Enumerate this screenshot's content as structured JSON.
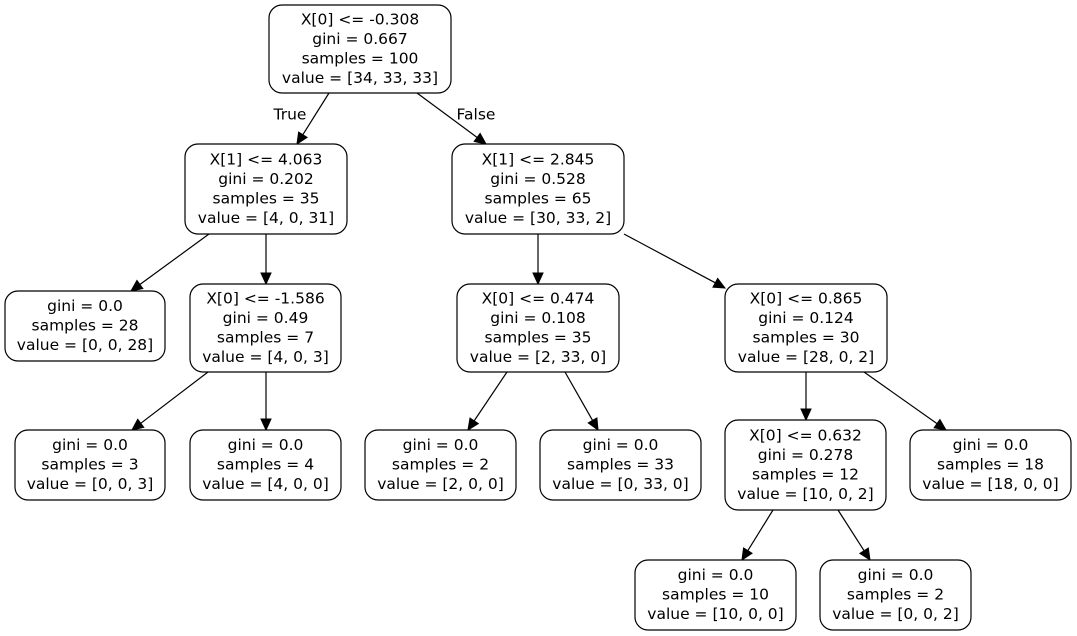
{
  "tree": {
    "nodes": [
      {
        "id": "n0",
        "lines": [
          "X[0] <= -0.308",
          "gini = 0.667",
          "samples = 100",
          "value = [34, 33, 33]"
        ]
      },
      {
        "id": "n1",
        "lines": [
          "X[1] <= 4.063",
          "gini = 0.202",
          "samples = 35",
          "value = [4, 0, 31]"
        ]
      },
      {
        "id": "n2",
        "lines": [
          "gini = 0.0",
          "samples = 28",
          "value = [0, 0, 28]"
        ]
      },
      {
        "id": "n3",
        "lines": [
          "X[0] <= -1.586",
          "gini = 0.49",
          "samples = 7",
          "value = [4, 0, 3]"
        ]
      },
      {
        "id": "n4",
        "lines": [
          "gini = 0.0",
          "samples = 3",
          "value = [0, 0, 3]"
        ]
      },
      {
        "id": "n5",
        "lines": [
          "gini = 0.0",
          "samples = 4",
          "value = [4, 0, 0]"
        ]
      },
      {
        "id": "n6",
        "lines": [
          "X[1] <= 2.845",
          "gini = 0.528",
          "samples = 65",
          "value = [30, 33, 2]"
        ]
      },
      {
        "id": "n7",
        "lines": [
          "X[0] <= 0.474",
          "gini = 0.108",
          "samples = 35",
          "value = [2, 33, 0]"
        ]
      },
      {
        "id": "n8",
        "lines": [
          "gini = 0.0",
          "samples = 2",
          "value = [2, 0, 0]"
        ]
      },
      {
        "id": "n9",
        "lines": [
          "gini = 0.0",
          "samples = 33",
          "value = [0, 33, 0]"
        ]
      },
      {
        "id": "n10",
        "lines": [
          "X[0] <= 0.865",
          "gini = 0.124",
          "samples = 30",
          "value = [28, 0, 2]"
        ]
      },
      {
        "id": "n11",
        "lines": [
          "X[0] <= 0.632",
          "gini = 0.278",
          "samples = 12",
          "value = [10, 0, 2]"
        ]
      },
      {
        "id": "n12",
        "lines": [
          "gini = 0.0",
          "samples = 10",
          "value = [10, 0, 0]"
        ]
      },
      {
        "id": "n13",
        "lines": [
          "gini = 0.0",
          "samples = 2",
          "value = [0, 0, 2]"
        ]
      },
      {
        "id": "n14",
        "lines": [
          "gini = 0.0",
          "samples = 18",
          "value = [18, 0, 0]"
        ]
      }
    ],
    "edges": [
      {
        "from": "n0",
        "to": "n1",
        "label": "True"
      },
      {
        "from": "n0",
        "to": "n6",
        "label": "False"
      },
      {
        "from": "n1",
        "to": "n2"
      },
      {
        "from": "n1",
        "to": "n3"
      },
      {
        "from": "n3",
        "to": "n4"
      },
      {
        "from": "n3",
        "to": "n5"
      },
      {
        "from": "n6",
        "to": "n7"
      },
      {
        "from": "n6",
        "to": "n10"
      },
      {
        "from": "n7",
        "to": "n8"
      },
      {
        "from": "n7",
        "to": "n9"
      },
      {
        "from": "n10",
        "to": "n11"
      },
      {
        "from": "n10",
        "to": "n14"
      },
      {
        "from": "n11",
        "to": "n12"
      },
      {
        "from": "n11",
        "to": "n13"
      }
    ]
  }
}
